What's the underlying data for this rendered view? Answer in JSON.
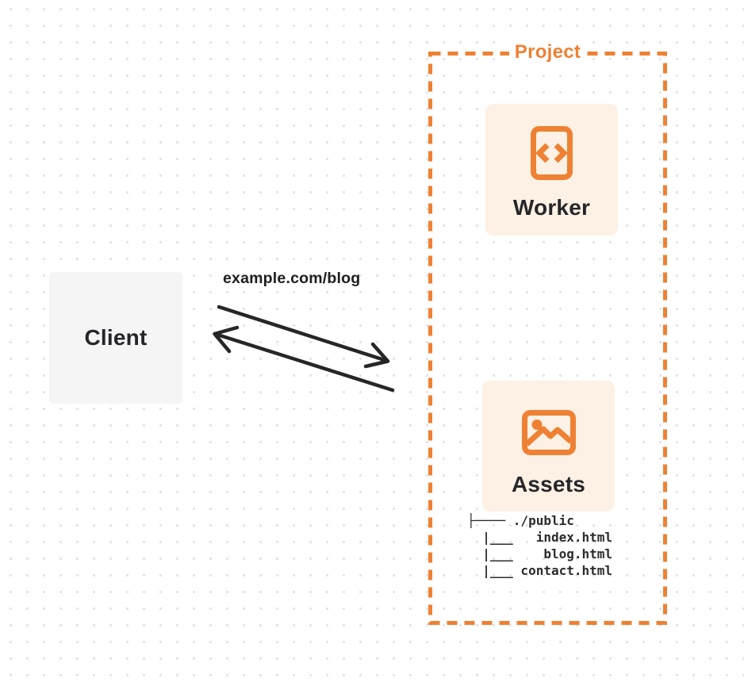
{
  "client": {
    "label": "Client"
  },
  "request": {
    "url_label": "example.com/blog"
  },
  "project": {
    "label": "Project",
    "worker": {
      "label": "Worker",
      "icon": "code-document-icon"
    },
    "assets": {
      "label": "Assets",
      "icon": "image-icon",
      "file_tree": "├──── ./public\n  |___   index.html\n  |___    blog.html\n  |___ contact.html"
    }
  },
  "colors": {
    "accent_orange": "#EE8133",
    "card_background": "#FCF1E4",
    "client_background": "#F5F5F6",
    "ink": "#26262A",
    "arrow": "#262626",
    "dot_grid": "#E3E3E7"
  }
}
